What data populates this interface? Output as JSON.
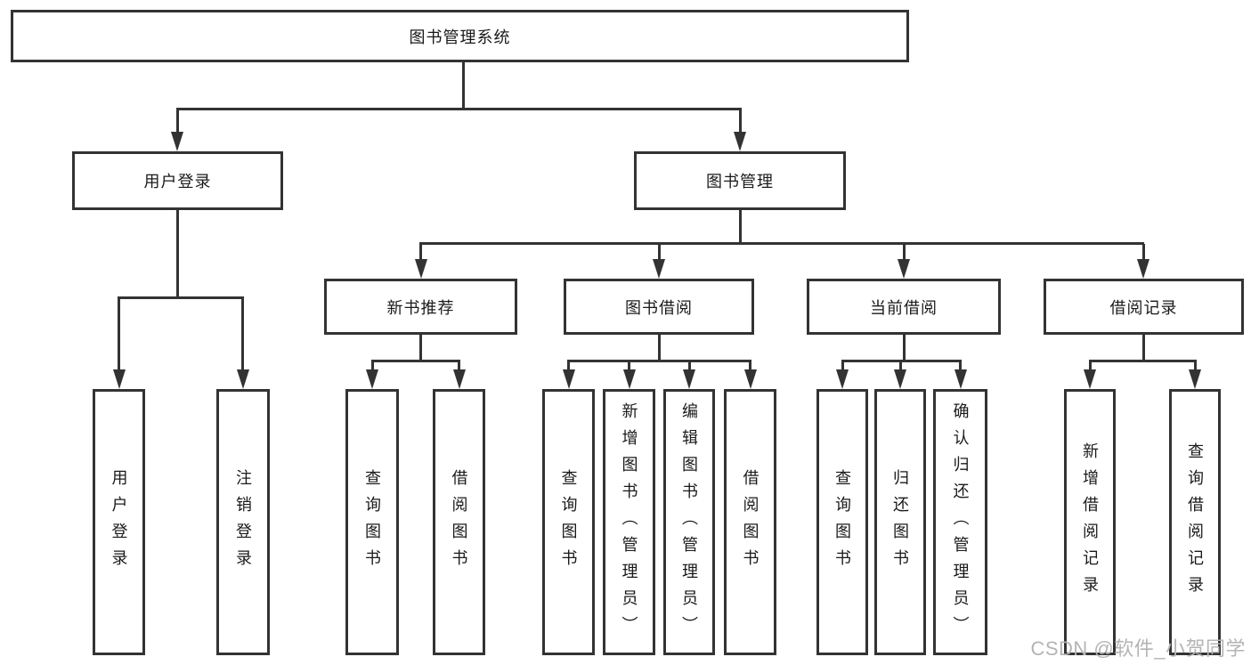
{
  "tree": {
    "root": {
      "label": "图书管理系统"
    },
    "branches": [
      {
        "label": "用户登录",
        "children": [
          {
            "label": "用户登录"
          },
          {
            "label": "注销登录"
          }
        ]
      },
      {
        "label": "图书管理",
        "children": [
          {
            "label": "新书推荐",
            "children": [
              {
                "label": "查询图书"
              },
              {
                "label": "借阅图书"
              }
            ]
          },
          {
            "label": "图书借阅",
            "children": [
              {
                "label": "查询图书"
              },
              {
                "label": "新增图书（管理员）"
              },
              {
                "label": "编辑图书（管理员）"
              },
              {
                "label": "借阅图书"
              }
            ]
          },
          {
            "label": "当前借阅",
            "children": [
              {
                "label": "查询图书"
              },
              {
                "label": "归还图书"
              },
              {
                "label": "确认归还（管理员）"
              }
            ]
          },
          {
            "label": "借阅记录",
            "children": [
              {
                "label": "新增借阅记录"
              },
              {
                "label": "查询借阅记录"
              }
            ]
          }
        ]
      }
    ]
  },
  "watermark": {
    "text": "CSDN @软件_小贺同学"
  },
  "colors": {
    "line": "#333333",
    "text": "#1a1a1a",
    "watermark": "#b4b4b4",
    "background": "#ffffff"
  }
}
